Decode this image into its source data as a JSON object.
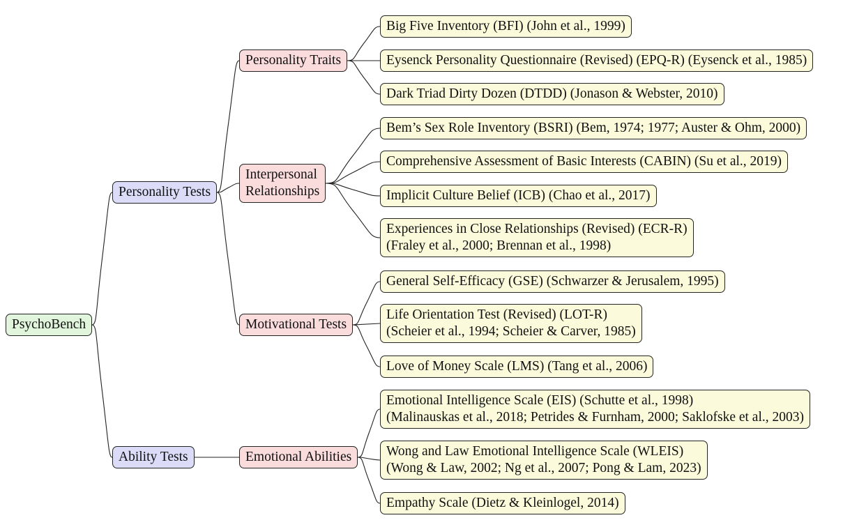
{
  "tree": {
    "root": {
      "label": "PsychoBench"
    },
    "personality_tests": {
      "label": "Personality Tests"
    },
    "ability_tests": {
      "label": "Ability Tests"
    },
    "personality_traits": {
      "label": "Personality Traits"
    },
    "interpersonal_relationships": {
      "line1": "Interpersonal",
      "line2": "Relationships"
    },
    "motivational_tests": {
      "label": "Motivational Tests"
    },
    "emotional_abilities": {
      "label": "Emotional Abilities"
    },
    "leaves": {
      "bfi": {
        "line1": "Big Five Inventory (BFI) (John et al., 1999)"
      },
      "epqr": {
        "line1": "Eysenck Personality Questionnaire (Revised) (EPQ-R) (Eysenck et al., 1985)"
      },
      "dtdd": {
        "line1": "Dark Triad Dirty Dozen (DTDD) (Jonason & Webster, 2010)"
      },
      "bsri": {
        "line1": "Bem’s Sex Role Inventory (BSRI) (Bem, 1974; 1977; Auster & Ohm, 2000)"
      },
      "cabin": {
        "line1": "Comprehensive Assessment of Basic Interests (CABIN) (Su et al., 2019)"
      },
      "icb": {
        "line1": "Implicit Culture Belief (ICB) (Chao et al., 2017)"
      },
      "ecrr": {
        "line1": "Experiences in Close Relationships (Revised) (ECR-R)",
        "line2": "(Fraley et al., 2000; Brennan et al., 1998)"
      },
      "gse": {
        "line1": "General Self-Efficacy (GSE) (Schwarzer & Jerusalem, 1995)"
      },
      "lotr": {
        "line1": "Life Orientation Test (Revised) (LOT-R)",
        "line2": "(Scheier et al., 1994; Scheier & Carver, 1985)"
      },
      "lms": {
        "line1": "Love of Money Scale (LMS) (Tang et al., 2006)"
      },
      "eis": {
        "line1": "Emotional Intelligence Scale (EIS) (Schutte et al., 1998)",
        "line2": "(Malinauskas et al., 2018; Petrides & Furnham, 2000; Saklofske et al., 2003)"
      },
      "wleis": {
        "line1": "Wong and Law Emotional Intelligence Scale (WLEIS)",
        "line2": "(Wong & Law, 2002; Ng et al., 2007; Pong & Lam, 2023)"
      },
      "es": {
        "line1": "Empathy Scale (Dietz & Kleinlogel, 2014)"
      }
    }
  },
  "colors": {
    "root": "#e0f5dc",
    "level1": "#dcdcf8",
    "level2": "#fadcdc",
    "leaf": "#fbfbdc",
    "edge": "#222222"
  }
}
